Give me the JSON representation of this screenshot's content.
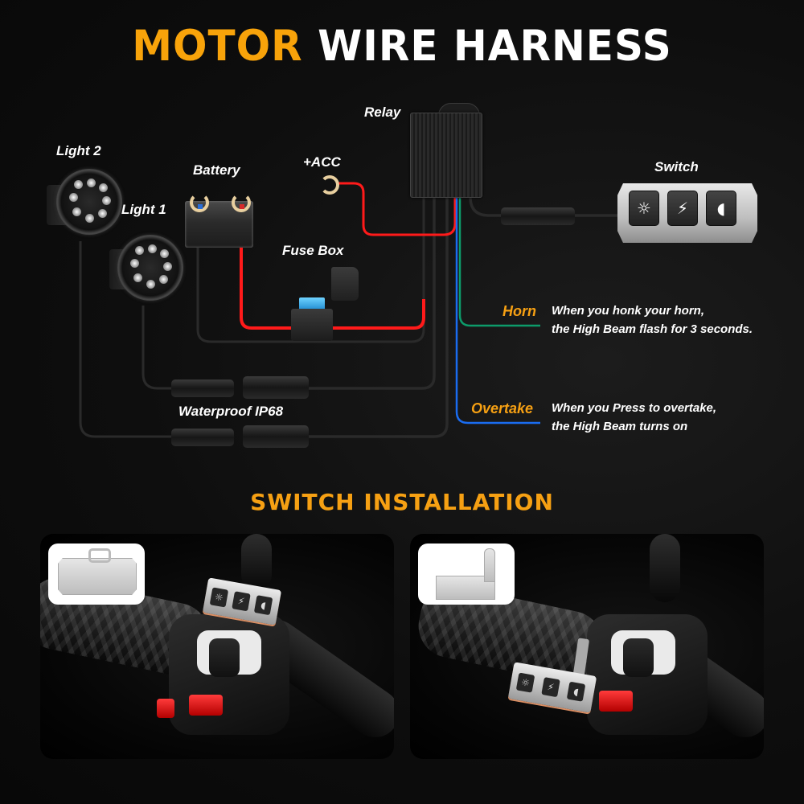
{
  "title": {
    "accent": "MOTOR",
    "rest": "WIRE HARNESS"
  },
  "colors": {
    "accent_orange": "#f6a013",
    "wire_red": "#ff1a1a",
    "wire_green": "#0d9b6a",
    "wire_blue": "#1a6cf0",
    "wire_black": "#2a2a2a",
    "background": "#0e0e0e"
  },
  "diagram": {
    "labels": {
      "light2": "Light 2",
      "light1": "Light 1",
      "battery": "Battery",
      "acc": "+ACC",
      "relay": "Relay",
      "fuse_box": "Fuse Box",
      "switch": "Switch",
      "waterproof": "Waterproof IP68"
    },
    "switch_buttons": [
      {
        "icon": "sun-icon",
        "glyph": "☼"
      },
      {
        "icon": "flash-icon",
        "glyph": "⚡"
      },
      {
        "icon": "high-beam-icon",
        "glyph": "◖"
      }
    ],
    "functions": [
      {
        "name": "Horn",
        "wire_color": "#0d9b6a",
        "line1": "When you honk your horn,",
        "line2": "the High Beam flash for 3 seconds."
      },
      {
        "name": "Overtake",
        "wire_color": "#1a6cf0",
        "line1": "When you Press to overtake,",
        "line2": "the High Beam turns on"
      }
    ]
  },
  "installation": {
    "title": "SWITCH INSTALLATION",
    "panels": [
      {
        "bracket": "flat-plate-bracket",
        "mount": "above-housing"
      },
      {
        "bracket": "l-shaped-bracket",
        "mount": "below-grip"
      }
    ]
  }
}
